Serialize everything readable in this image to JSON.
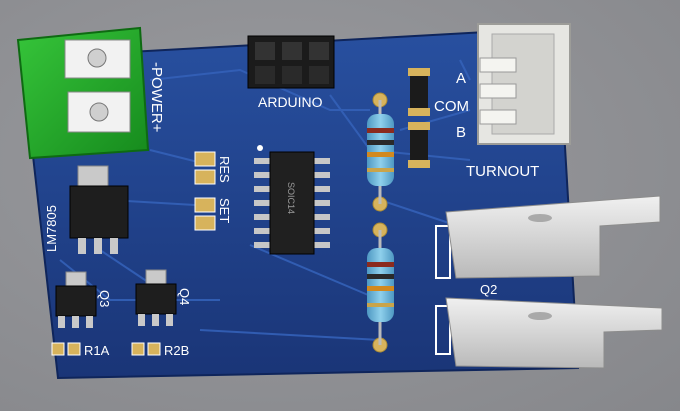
{
  "board": {
    "labels": {
      "power": "-POWER+",
      "arduino": "ARDUINO",
      "terminal_a": "A",
      "terminal_com": "COM",
      "terminal_b": "B",
      "turnout": "TURNOUT",
      "res": "RES",
      "set": "SET",
      "regulator": "LM7805",
      "q3": "Q3",
      "q4": "Q4",
      "q2": "Q2",
      "r1a": "R1A",
      "r2b": "R2B",
      "ic_marking": "SOIC14"
    },
    "colors": {
      "pcb": "#1f3f8a",
      "trace": "#2a53a8",
      "terminal_green": "#22a82a",
      "pad_gold": "#d7b35c",
      "header_black": "#1b1b1b",
      "heatsink": "#d9d9d9",
      "resistor_body": "#6fb6d8",
      "connector_white": "#e6e6e2"
    }
  }
}
